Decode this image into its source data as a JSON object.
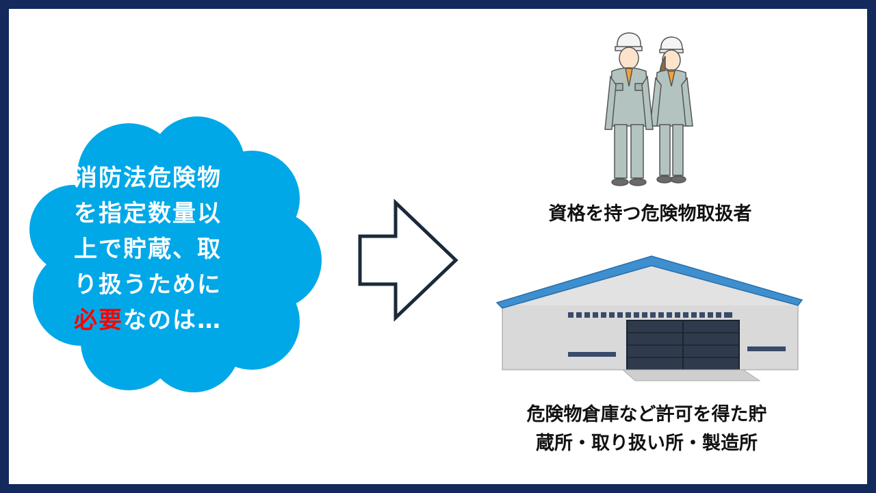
{
  "colors": {
    "frame": "#142a5c",
    "cloud": "#00a8e8",
    "highlight": "#ff0000",
    "arrow_stroke": "#1b2a3a",
    "roof": "#3d8fd0"
  },
  "cloud": {
    "lines": [
      "消防法危険物",
      "を指定数量以",
      "上で貯蔵、取",
      "り扱うために"
    ],
    "last_line_highlight": "必要",
    "last_line_rest": "なのは…"
  },
  "workers": {
    "icon": "workers-icon",
    "caption": "資格を持つ危険物取扱者"
  },
  "warehouse": {
    "icon": "warehouse-icon",
    "caption_lines": [
      "危険物倉庫など許可を得た貯",
      "蔵所・取り扱い所・製造所"
    ]
  }
}
